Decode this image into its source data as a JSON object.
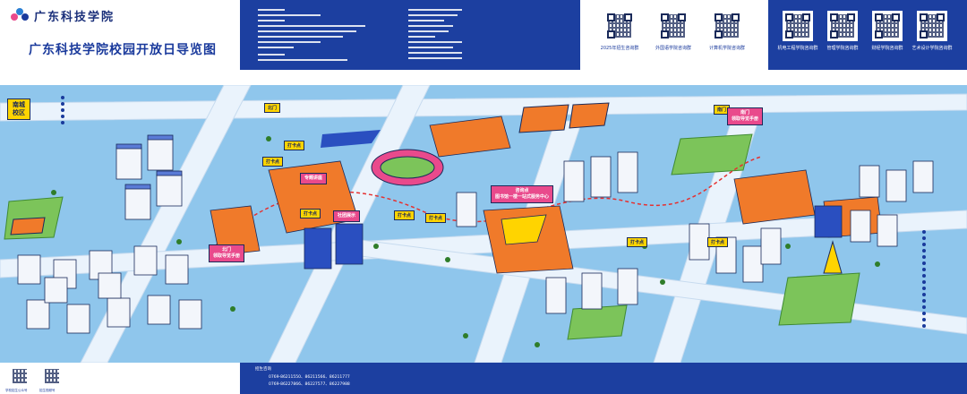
{
  "header": {
    "logo_text": "广东科技学院",
    "title": "广东科技学院校园开放日导览图"
  },
  "qr_codes": [
    {
      "label": "2025年招生咨询群",
      "theme": "blue"
    },
    {
      "label": "外国语学院咨询群",
      "theme": "blue"
    },
    {
      "label": "计算机学院咨询群",
      "theme": "blue"
    },
    {
      "label": "机电工程学院咨询群",
      "theme": "blue"
    },
    {
      "label": "管理学院咨询群",
      "theme": "blue"
    },
    {
      "label": "财经学院咨询群",
      "theme": "blue"
    },
    {
      "label": "艺术设计学院咨询群",
      "theme": "blue"
    }
  ],
  "map": {
    "campus_label": "南城校区",
    "tags": [
      {
        "id": "south-gate",
        "text": "南门",
        "kind": "yellow"
      },
      {
        "id": "north-gate",
        "text": "北门",
        "kind": "yellow"
      },
      {
        "id": "checkin-1",
        "text": "打卡点",
        "kind": "yellow"
      },
      {
        "id": "checkin-2",
        "text": "打卡点",
        "kind": "yellow"
      },
      {
        "id": "checkin-3",
        "text": "打卡点",
        "kind": "yellow"
      },
      {
        "id": "checkin-4",
        "text": "打卡点",
        "kind": "yellow"
      },
      {
        "id": "checkin-5",
        "text": "打卡点",
        "kind": "yellow"
      },
      {
        "id": "checkin-6",
        "text": "打卡点",
        "kind": "yellow"
      },
      {
        "id": "checkin-7",
        "text": "打卡点",
        "kind": "yellow"
      },
      {
        "id": "dorm",
        "text": "专题讲座",
        "kind": "pink"
      },
      {
        "id": "club",
        "text": "社团展示",
        "kind": "pink"
      },
      {
        "id": "north-gate-guide",
        "text": "北门\n领取导览手册",
        "kind": "pink"
      },
      {
        "id": "south-gate-guide",
        "text": "南门\n领取导览手册",
        "kind": "pink"
      },
      {
        "id": "service",
        "text": "咨询点\n图书馆一楼一站式服务中心",
        "kind": "pink"
      }
    ]
  },
  "footer": {
    "consult_label": "招生咨询",
    "line1": "0769-86211550、86211566、86211777",
    "line2": "0769-86227866、86227577、86227988",
    "qr1_label": "学校招生公众号",
    "qr2_label": "招生视频号"
  },
  "colors": {
    "navy": "#1a3a8c",
    "sky": "#8fc6ec",
    "yellow": "#ffd400",
    "pink": "#e94a8c",
    "grass": "#7cc45a",
    "orange": "#f07a2a"
  }
}
